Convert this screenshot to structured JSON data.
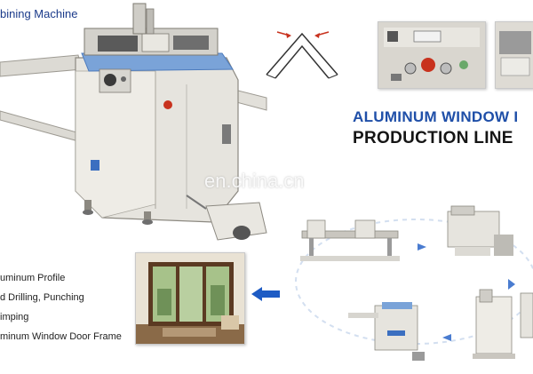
{
  "header": {
    "title": "bining Machine"
  },
  "headline": {
    "line1": "ALUMINUM WINDOW I",
    "line2": "PRODUCTION LINE"
  },
  "watermark": {
    "text": "en.china.cn"
  },
  "process_steps": [
    "uminum Profile",
    "d Drilling, Punching",
    "imping",
    "minum Window Door Frame"
  ],
  "colors": {
    "headline_blue": "#1f4fa8",
    "title_blue": "#1a3a8a",
    "machine_body": "#e6e4de",
    "arrow_blue": "#1d5bc4",
    "stop_button_red": "#c8321e"
  },
  "icons": {
    "corner_diagram": "miter-corner-diagram",
    "flow_arrows": "blue-arrow"
  }
}
